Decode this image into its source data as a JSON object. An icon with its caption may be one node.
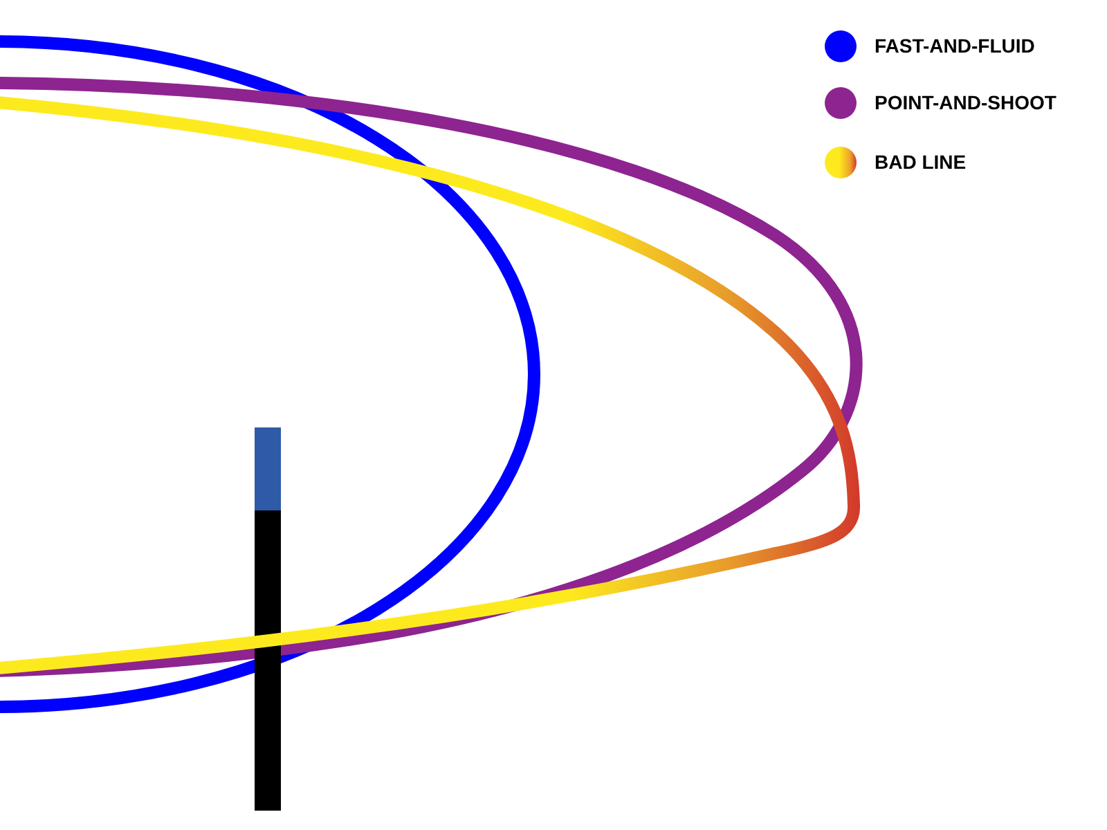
{
  "diagram": {
    "legend": [
      {
        "text": "FAST-AND-FLUID",
        "color": "#0000ff"
      },
      {
        "text": "POINT-AND-SHOOT",
        "color": "#8e2490"
      },
      {
        "text": "BAD LINE",
        "color": "#fdea1e"
      }
    ]
  }
}
